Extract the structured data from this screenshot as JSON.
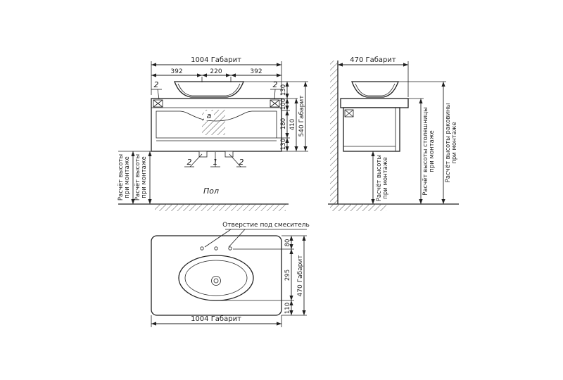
{
  "colors": {
    "ink": "#1f1f1f",
    "bg": "#ffffff",
    "hatch": "#555555"
  },
  "front_view": {
    "dim_total_width": "1004 Габарит",
    "dim_width_left": "392",
    "dim_width_center": "220",
    "dim_width_right": "392",
    "dim_sink_height": "130",
    "dim_top_height": "100",
    "dim_drawer_height": "180",
    "dim_base_height": "130",
    "dim_cabinet_height": "410",
    "dim_total_height": "540 Габарит",
    "callout_top_left": "2",
    "callout_top_right": "2",
    "callout_bottom_left": "2",
    "callout_bottom_center": "1",
    "callout_bottom_right": "2",
    "section_mark": "a",
    "floor_label": "Пол",
    "mount_note_1_line1": "Расчёт высоты",
    "mount_note_1_line2": "при монтаже",
    "mount_note_2_line1": "Расчёт высоты",
    "mount_note_2_line2": "при монтаже"
  },
  "side_view": {
    "dim_total_depth": "470 Габарит",
    "mount_note_line1": "Расчёт высоты",
    "mount_note_line2": "при монтаже",
    "countertop_note_line1": "Расчёт высоты столешницы",
    "countertop_note_line2": "при монтаже",
    "sink_note_line1": "Расчёт высоты раковины",
    "sink_note_line2": "при монтаже"
  },
  "top_view": {
    "faucet_hole_note": "Отверстие под смеситель",
    "dim_back_offset": "80",
    "dim_sink_length": "295",
    "dim_front_offset": "110",
    "dim_total_depth": "470 Габарит",
    "dim_total_width": "1004 Габарит"
  }
}
